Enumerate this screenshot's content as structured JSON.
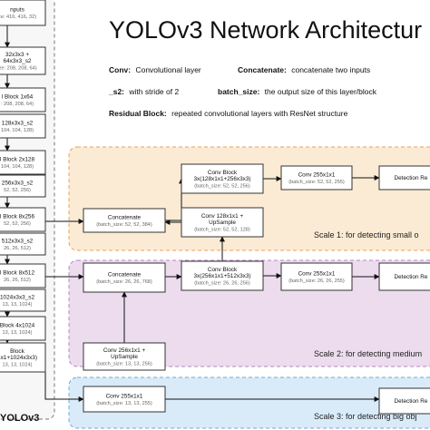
{
  "title": "YOLOv3 Network Architectur",
  "legend": [
    {
      "term": "Conv:",
      "desc": "Convolutional layer"
    },
    {
      "term": "Concatenate:",
      "desc": "concatenate two inputs"
    },
    {
      "term": "_s2:",
      "desc": "with stride of 2"
    },
    {
      "term": "batch_size:",
      "desc": "the output size of this layer/block"
    },
    {
      "term": "Residual Block:",
      "desc": "repeated convolutional layers with ResNet structure"
    }
  ],
  "backbone": {
    "label": "YOLOv3",
    "blocks": [
      {
        "lines": [
          "nputs"
        ],
        "sub": "ze: 416, 416, 32)"
      },
      {
        "lines": [
          "32x3x3 +",
          "64x3x3_s2"
        ],
        "sub": "ize: 208, 208, 64)"
      },
      {
        "lines": [
          "l Block 1x64"
        ],
        "sub": ": 208, 208, 64)"
      },
      {
        "lines": [
          "128x3x3_s2"
        ],
        "sub": "104, 104, 128)"
      },
      {
        "lines": [
          "l Block 2x128"
        ],
        "sub": "104, 104, 128)"
      },
      {
        "lines": [
          "256x3x3_s2"
        ],
        "sub": "52, 52, 256)"
      },
      {
        "lines": [
          "l Block 8x256"
        ],
        "sub": "52, 52, 256)"
      },
      {
        "lines": [
          "512x3x3_s2"
        ],
        "sub": "26, 26, 512)"
      },
      {
        "lines": [
          "l Block 8x512"
        ],
        "sub": "26, 26, 512)"
      },
      {
        "lines": [
          "1024x3x3_s2"
        ],
        "sub": "13, 13, 1024)"
      },
      {
        "lines": [
          "Block 4x1024"
        ],
        "sub": "13, 13, 1024)"
      },
      {
        "lines": [
          "Block",
          "1x1+1024x3x3)"
        ],
        "sub": "13, 13, 1024)"
      }
    ]
  },
  "scales": [
    {
      "label": "Scale 1: for detecting small o",
      "color": "#fcebd4",
      "border": "#e9a25a"
    },
    {
      "label": "Scale 2: for detecting medium",
      "color": "#ecdcee",
      "border": "#b684bf"
    },
    {
      "label": "Scale 3: for detecting big obj",
      "color": "#d9ebf8",
      "border": "#72a8d6"
    }
  ],
  "nodes": {
    "s1_concat": {
      "lines": [
        "Concatenate"
      ],
      "sub": "(batch_size: 52, 52, 384)"
    },
    "s1_convblock": {
      "lines": [
        "Conv Block",
        "3x(128x1x1+256x3x3)"
      ],
      "sub": "(batch_size: 52, 52, 256)"
    },
    "s1_conv255": {
      "lines": [
        "Conv 255x1x1"
      ],
      "sub": "(batch_size: 52, 52, 255)"
    },
    "s1_detect": {
      "lines": [
        "Detection Re"
      ],
      "sub": ""
    },
    "s1_upsample": {
      "lines": [
        "Conv 128x1x1 +",
        "UpSample"
      ],
      "sub": "(batch_size: 52, 52, 128)"
    },
    "s2_concat": {
      "lines": [
        "Concatenate"
      ],
      "sub": "(batch_size: 26, 26, 768)"
    },
    "s2_convblock": {
      "lines": [
        "Conv Block",
        "3x(256x1x1+512x3x3)"
      ],
      "sub": "(batch_size: 26, 26, 256)"
    },
    "s2_conv255": {
      "lines": [
        "Conv 255x1x1"
      ],
      "sub": "(batch_size: 26, 26, 255)"
    },
    "s2_detect": {
      "lines": [
        "Detection Re"
      ],
      "sub": ""
    },
    "s2_upsample": {
      "lines": [
        "Conv 256x1x1 +",
        "UpSample"
      ],
      "sub": "(batch_size: 13, 13, 256)"
    },
    "s3_conv255": {
      "lines": [
        "Conv 255x1x1"
      ],
      "sub": "(batch_size: 13, 13, 255)"
    },
    "s3_detect": {
      "lines": [
        "Detection Re"
      ],
      "sub": ""
    }
  }
}
